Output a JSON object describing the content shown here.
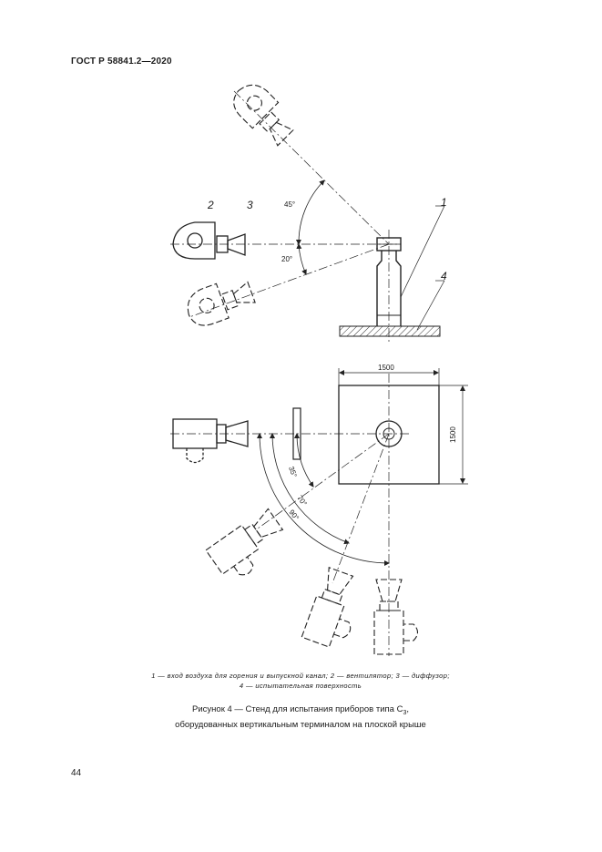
{
  "header": {
    "standard": "ГОСТ Р 58841.2—2020"
  },
  "figure": {
    "callouts": {
      "c1": "1",
      "c2": "2",
      "c3": "3",
      "c4": "4"
    },
    "angles": {
      "a45": "45°",
      "a20": "20°",
      "a35": "35°",
      "a70": "70°",
      "a90": "90°"
    },
    "dimensions": {
      "width": "1500",
      "height": "1500"
    }
  },
  "legend": {
    "line1": "1 — вход воздуха для горения и выпускной канал; 2 — вентилятор; 3 — диффузор;",
    "line2": "4 — испытательная поверхность"
  },
  "caption": {
    "line1_prefix": "Рисунок 4 — Стенд для испытания приборов типа С",
    "line1_sub": "3",
    "line1_suffix": ",",
    "line2": "оборудованных вертикальным терминалом на плоской крыше"
  },
  "page_number": "44"
}
